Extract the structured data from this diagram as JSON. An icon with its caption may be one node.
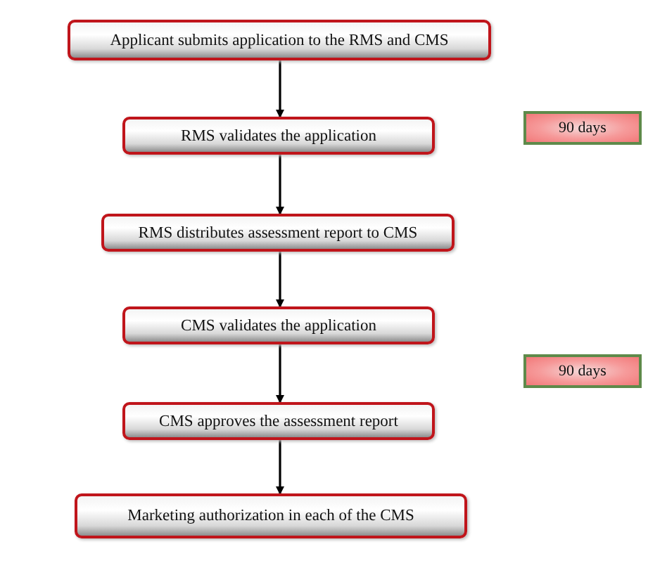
{
  "diagram": {
    "nodes": [
      {
        "text": [
          "Applicant submits application to the RMS and CMS"
        ]
      },
      {
        "text": [
          "RMS validates the application"
        ]
      },
      {
        "text": [
          "RMS distributes assessment report to CMS"
        ]
      },
      {
        "text": [
          "CMS validates the application"
        ]
      },
      {
        "text": [
          "CMS approves the assessment report"
        ]
      },
      {
        "text": [
          "Marketing authorization in each of the CMS"
        ]
      },
      {
        "text": [
          "90 days"
        ]
      },
      {
        "text": [
          "90 days"
        ]
      }
    ],
    "edges": [
      {
        "from": 0,
        "to": 1,
        "arrow": "to"
      },
      {
        "from": 1,
        "to": 2,
        "arrow": "to"
      },
      {
        "from": 2,
        "to": 3,
        "arrow": "to"
      },
      {
        "from": 3,
        "to": 4,
        "arrow": "to"
      },
      {
        "from": 4,
        "to": 5,
        "arrow": "to"
      }
    ]
  }
}
